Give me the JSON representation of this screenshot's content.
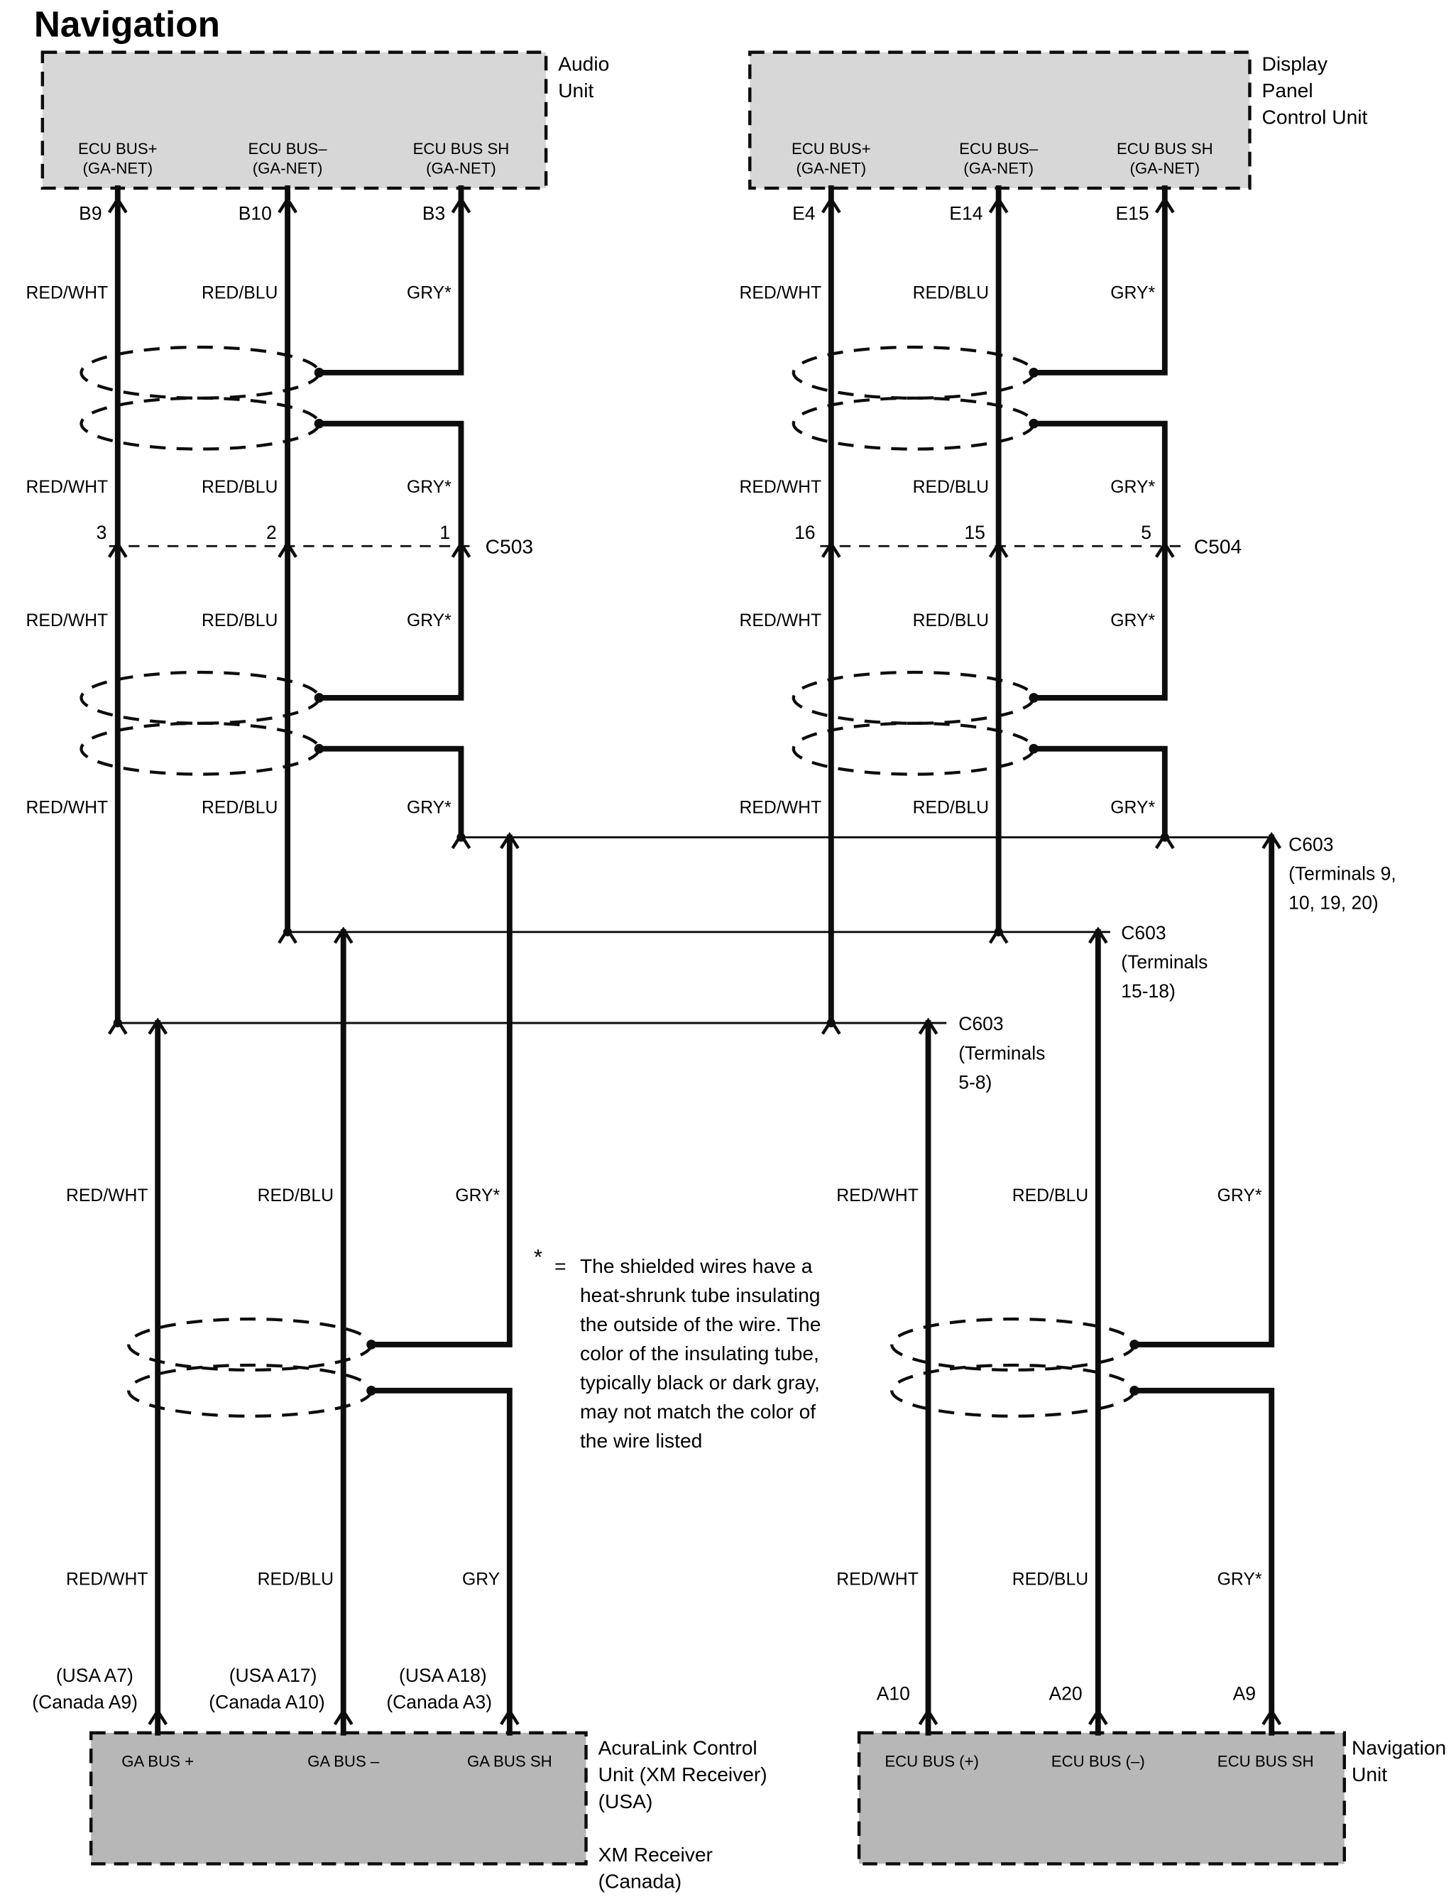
{
  "title": "Navigation",
  "units": {
    "audio": {
      "label": [
        "Audio",
        "Unit"
      ],
      "pins": [
        "B9",
        "B10",
        "B3"
      ],
      "terminals": [
        [
          "ECU BUS+",
          "(GA-NET)"
        ],
        [
          "ECU BUS–",
          "(GA-NET)"
        ],
        [
          "ECU BUS SH",
          "(GA-NET)"
        ]
      ]
    },
    "display": {
      "label": [
        "Display",
        "Panel",
        "Control Unit"
      ],
      "pins": [
        "E4",
        "E14",
        "E15"
      ],
      "terminals": [
        [
          "ECU BUS+",
          "(GA-NET)"
        ],
        [
          "ECU BUS–",
          "(GA-NET)"
        ],
        [
          "ECU BUS SH",
          "(GA-NET)"
        ]
      ]
    },
    "xm": {
      "label": [
        "AcuraLink Control",
        "Unit (XM Receiver)",
        "(USA)"
      ],
      "label2": [
        "XM Receiver",
        "(Canada)"
      ],
      "pins": [
        [
          "(USA A7)",
          "(Canada A9)"
        ],
        [
          "(USA A17)",
          "(Canada A10)"
        ],
        [
          "(USA A18)",
          "(Canada A3)"
        ]
      ],
      "terminals": [
        "GA BUS +",
        "GA BUS –",
        "GA BUS SH"
      ]
    },
    "nav": {
      "label": [
        "Navigation",
        "Unit"
      ],
      "pins": [
        "A10",
        "A20",
        "A9"
      ],
      "terminals": [
        "ECU BUS (+)",
        "ECU BUS (–)",
        "ECU BUS SH"
      ]
    }
  },
  "wires": {
    "red_wht": "RED/WHT",
    "red_blu": "RED/BLU",
    "gry_star": "GRY*",
    "gry": "GRY"
  },
  "connectors": {
    "c503": {
      "label": "C503",
      "pins": [
        "3",
        "2",
        "1"
      ]
    },
    "c504": {
      "label": "C504",
      "pins": [
        "16",
        "15",
        "5"
      ]
    },
    "c603_a": [
      "C603",
      "(Terminals 9,",
      "10, 19, 20)"
    ],
    "c603_b": [
      "C603",
      "(Terminals",
      "15-18)"
    ],
    "c603_c": [
      "C603",
      "(Terminals",
      "5-8)"
    ]
  },
  "note": {
    "star": "*",
    "eq": "=",
    "lines": [
      "The shielded wires have a",
      "heat-shrunk tube insulating",
      "the outside of the wire.  The",
      "color of the insulating tube,",
      "typically black or dark gray,",
      "may not match the color of",
      "the wire listed"
    ]
  }
}
